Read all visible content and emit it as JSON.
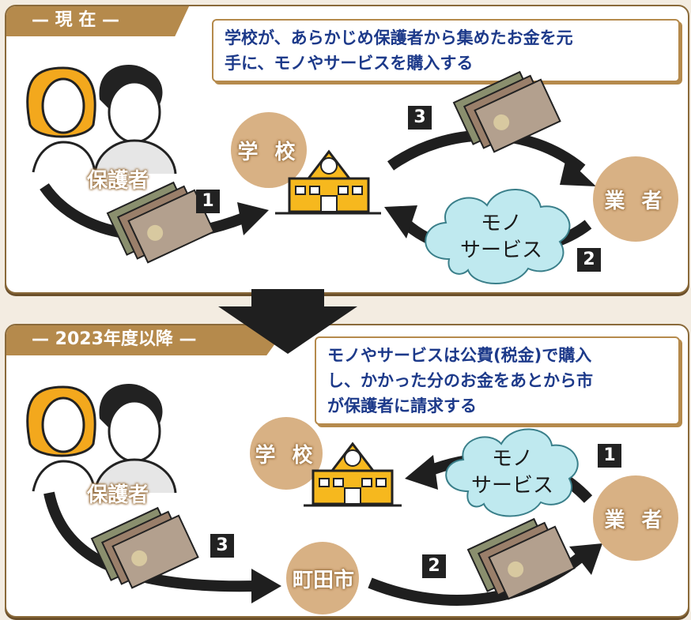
{
  "top": {
    "tab": "— 現 在 —",
    "callout_lines": [
      "学校が、あらかじめ保護者から集めたお金を元",
      "手に、モノやサービスを購入する"
    ],
    "school": "学 校",
    "guardian": "保護者",
    "vendor": "業 者",
    "goods_lines": [
      "モノ",
      "サービス"
    ],
    "step1": "1",
    "step2": "2",
    "step3": "3"
  },
  "bottom": {
    "tab": "— 2023年度以降 —",
    "callout_lines": [
      "モノやサービスは公費(税金)で購入",
      "し、かかった分のお金をあとから市",
      "が保護者に請求する"
    ],
    "school": "学 校",
    "guardian": "保護者",
    "vendor": "業 者",
    "city": "町田市",
    "goods_lines": [
      "モノ",
      "サービス"
    ],
    "step1": "1",
    "step2": "2",
    "step3": "3"
  },
  "colors": {
    "panel_border": "#8a6a3a",
    "tab": "#b58a4c",
    "circle": "#d8b184",
    "callout_text": "#1d3a8a",
    "cloud": "#bfe9ef",
    "school": "#f6b81e"
  }
}
